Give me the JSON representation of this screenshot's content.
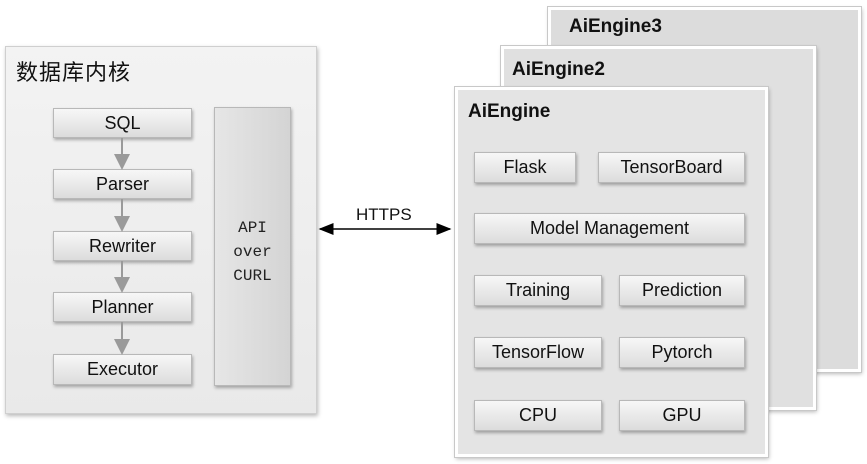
{
  "kernel": {
    "title": "数据库内核",
    "pipeline": [
      "SQL",
      "Parser",
      "Rewriter",
      "Planner",
      "Executor"
    ],
    "api_lines": [
      "API",
      "over",
      "CURL"
    ]
  },
  "connector": {
    "label": "HTTPS"
  },
  "engines": {
    "back2_title": "AiEngine3",
    "back1_title": "AiEngine2",
    "front": {
      "title": "AiEngine",
      "row1": [
        "Flask",
        "TensorBoard"
      ],
      "row2": "Model Management",
      "row3": [
        "Training",
        "Prediction"
      ],
      "row4": [
        "TensorFlow",
        "Pytorch"
      ],
      "row5": [
        "CPU",
        "GPU"
      ]
    }
  }
}
